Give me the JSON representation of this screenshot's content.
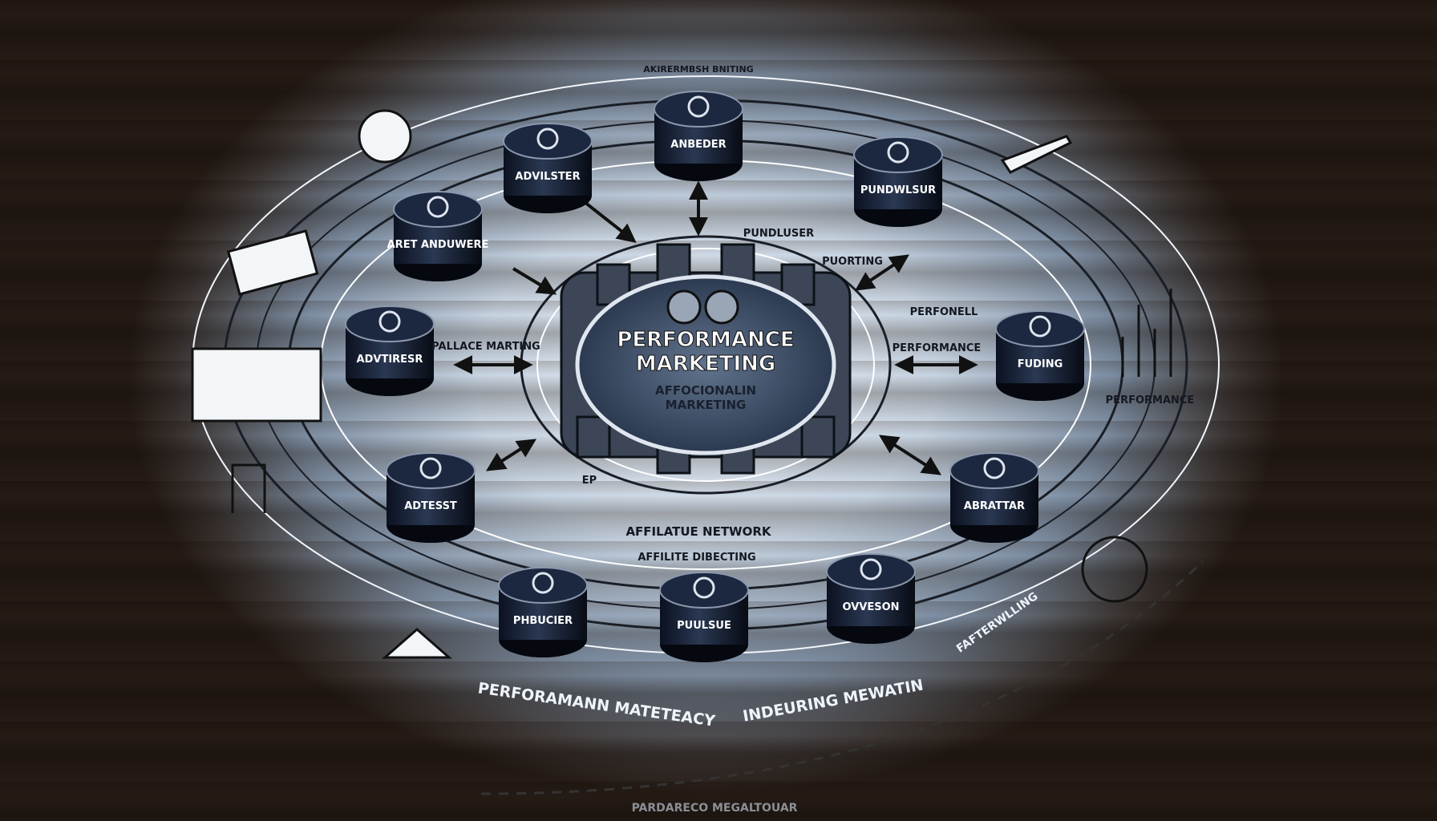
{
  "center": {
    "title_line1": "PERFORMANCE",
    "title_line2": "MARKETING",
    "subtitle_line1": "AFFOCIONALIN",
    "subtitle_line2": "MARKETING"
  },
  "nodes": [
    {
      "label": "ADVILSTER",
      "icon": "money-icon"
    },
    {
      "label": "ANBEDER",
      "icon": "network-icon"
    },
    {
      "label": "PUNDWLSUR",
      "icon": "document-icon"
    },
    {
      "label": "ARET ANDUWERE",
      "icon": "box-icon"
    },
    {
      "label": "ADVTIRESR",
      "icon": "dollar-icon"
    },
    {
      "label": "FUDING",
      "icon": "coins-icon"
    },
    {
      "label": "ADTESST",
      "icon": "bulb-icon"
    },
    {
      "label": "ABRATTAR",
      "icon": "scale-icon"
    },
    {
      "label": "PHBUCIER",
      "icon": "gear-icon"
    },
    {
      "label": "PUULSUE",
      "icon": "screen-icon"
    },
    {
      "label": "OVVESON",
      "icon": "monitor-icon"
    }
  ],
  "labels": {
    "pundluser": "PUNDLUSER",
    "pallace": "PALLACE MARTING",
    "performance_right": "PERFORMANCE",
    "porting": "PUORTING",
    "perfonell": "PERFONELL",
    "affiliate_network": "AFFILATUE NETWORK",
    "affiliate_directing": "AFFILITE DIBECTING",
    "performance_far_right": "PERFORMANCE",
    "bottom_left": "PERFORAMANN MATETEACY",
    "bottom_right": "INDEURING MEWATIN",
    "diagonal": "FAFTERWLLING",
    "footer": "PARDARECO MEGALTOUAR",
    "top_banner": "AKIRERMBSH BNITING",
    "small_ep": "EP"
  }
}
